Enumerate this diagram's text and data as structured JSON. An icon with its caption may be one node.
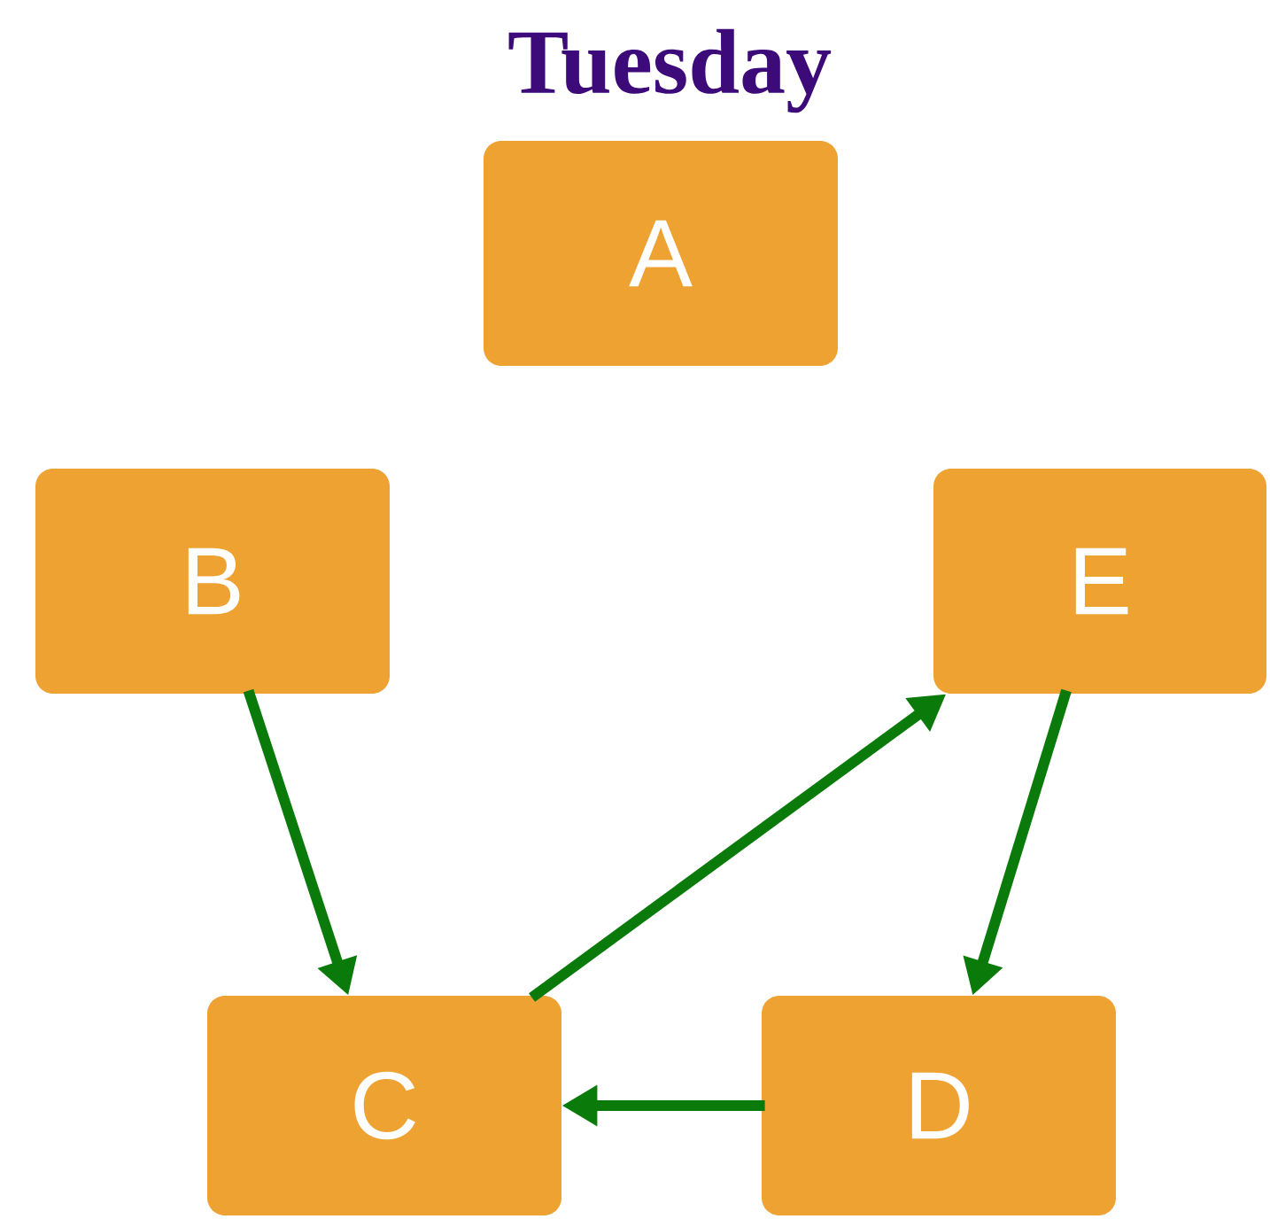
{
  "diagram": {
    "title": "Tuesday",
    "nodes": [
      {
        "text": [
          "A"
        ]
      },
      {
        "text": [
          "B"
        ]
      },
      {
        "text": [
          "E"
        ]
      },
      {
        "text": [
          "C"
        ]
      },
      {
        "text": [
          "D"
        ]
      }
    ],
    "edges": [
      {
        "from": 1,
        "to": 3,
        "arrow": "to"
      },
      {
        "from": 3,
        "to": 2,
        "arrow": "to"
      },
      {
        "from": 2,
        "to": 4,
        "arrow": "to"
      },
      {
        "from": 4,
        "to": 3,
        "arrow": "to"
      }
    ]
  }
}
